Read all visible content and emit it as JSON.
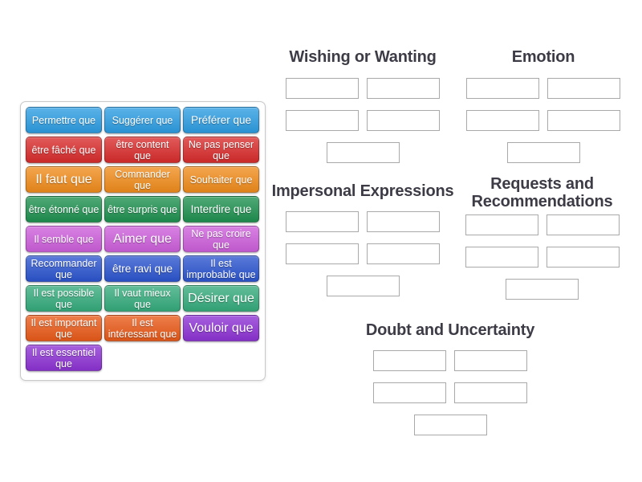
{
  "page": {
    "background": "#ffffff",
    "title_color": "#3d3b45"
  },
  "groups": [
    {
      "title": "Wishing or Wanting",
      "slot_count": 5
    },
    {
      "title": "Emotion",
      "slot_count": 5
    },
    {
      "title": "Impersonal Expressions",
      "slot_count": 5
    },
    {
      "title": "Requests and Recommendations",
      "slot_count": 5
    },
    {
      "title": "Doubt and Uncertainty",
      "slot_count": 5
    }
  ],
  "palette": {
    "blue": "#2d9de2",
    "red": "#d92c2c",
    "orange": "#f08c1c",
    "green": "#1f9150",
    "magenta": "#cd5fdb",
    "royal_blue": "#2c55cf",
    "sea_green": "#35ab7c",
    "orange_red": "#e95a19",
    "purple": "#8d33d4"
  },
  "tiles": [
    {
      "label": "Permettre que",
      "color": "#2d9de2"
    },
    {
      "label": "Suggérer que",
      "color": "#2d9de2"
    },
    {
      "label": "Préférer que",
      "color": "#2d9de2"
    },
    {
      "label": "être fâché que",
      "color": "#d92c2c"
    },
    {
      "label": "être content que",
      "color": "#d92c2c"
    },
    {
      "label": "Ne pas penser que",
      "color": "#d92c2c"
    },
    {
      "label": "Il faut que",
      "color": "#f08c1c"
    },
    {
      "label": "Commander que",
      "color": "#f08c1c"
    },
    {
      "label": "Souhaiter que",
      "color": "#f08c1c"
    },
    {
      "label": "être étonné que",
      "color": "#1f9150"
    },
    {
      "label": "être surpris que",
      "color": "#1f9150"
    },
    {
      "label": "Interdire que",
      "color": "#1f9150"
    },
    {
      "label": "Il semble que",
      "color": "#cd5fdb"
    },
    {
      "label": "Aimer que",
      "color": "#cd5fdb"
    },
    {
      "label": "Ne pas croire que",
      "color": "#cd5fdb"
    },
    {
      "label": "Recommander que",
      "color": "#2c55cf"
    },
    {
      "label": "être ravi que",
      "color": "#2c55cf"
    },
    {
      "label": "Il est improbable que",
      "color": "#2c55cf"
    },
    {
      "label": "Il est possible que",
      "color": "#35ab7c"
    },
    {
      "label": "Il vaut mieux que",
      "color": "#35ab7c"
    },
    {
      "label": "Désirer que",
      "color": "#35ab7c"
    },
    {
      "label": "Il est important que",
      "color": "#e95a19"
    },
    {
      "label": "Il est intéressant que",
      "color": "#e95a19"
    },
    {
      "label": "Vouloir que",
      "color": "#8d33d4"
    },
    {
      "label": "Il est essentiel que",
      "color": "#8d33d4"
    }
  ]
}
